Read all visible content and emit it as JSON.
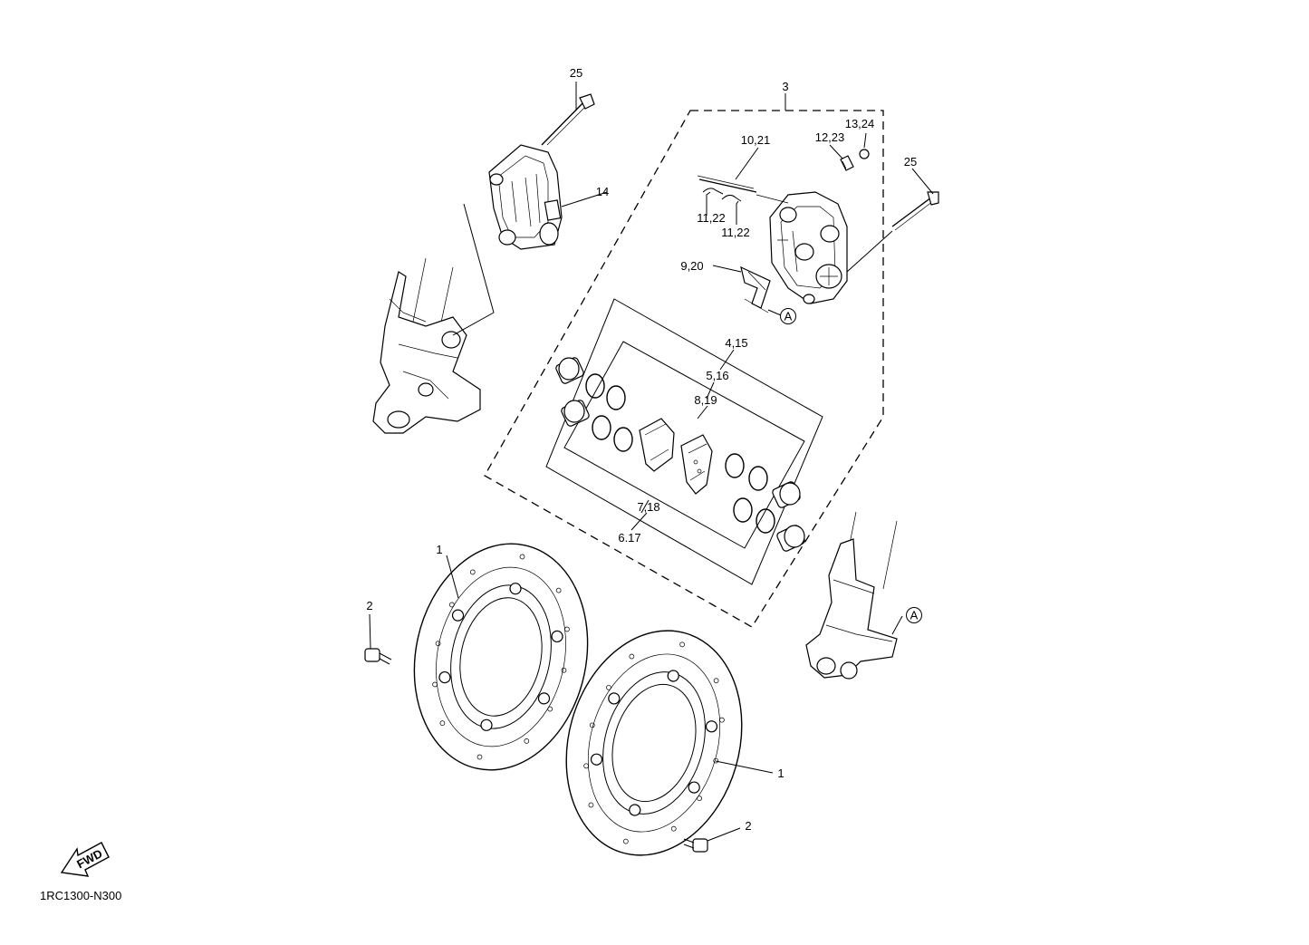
{
  "diagram_code": "1RC1300-N300",
  "fwd_label": "FWD",
  "ref_marker": "A",
  "callouts": {
    "c1a": "1",
    "c1b": "1",
    "c2a": "2",
    "c2b": "2",
    "c3": "3",
    "c4": "4,15",
    "c5": "5,16",
    "c6": "6.17",
    "c7": "7,18",
    "c8": "8,19",
    "c9": "9,20",
    "c10": "10,21",
    "c11a": "11,22",
    "c11b": "11,22",
    "c12": "12,23",
    "c13": "13,24",
    "c14": "14",
    "c25a": "25",
    "c25b": "25"
  }
}
